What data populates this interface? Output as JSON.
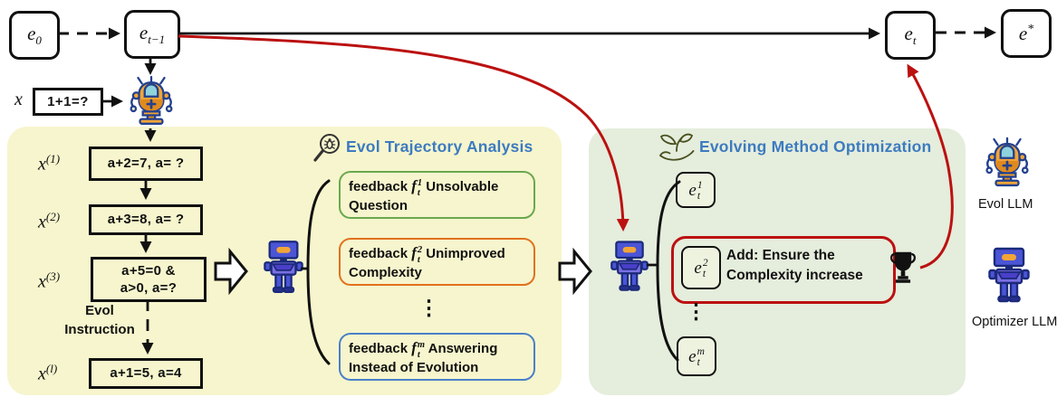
{
  "colors": {
    "panel-yellow": "#f6f5cd",
    "panel-green": "#e5eddc",
    "accent-red": "#bb1111",
    "title-blue": "#3d7bc0",
    "border-green": "#6aa84f",
    "border-orange": "#e2711d",
    "border-blue": "#4a80c8",
    "ink": "#111111"
  },
  "top_chain": {
    "e0": {
      "base": "e",
      "sub": "0"
    },
    "e_prev": {
      "base": "e",
      "sub": "t−1"
    },
    "e_t": {
      "base": "e",
      "sub": "t"
    },
    "e_star": {
      "base": "e",
      "sup": "*"
    }
  },
  "input": {
    "var": "x",
    "value": "1+1=?"
  },
  "trajectory": {
    "steps": [
      {
        "label_base": "x",
        "label_sup": "(1)",
        "line1": "a+2=7, a= ?"
      },
      {
        "label_base": "x",
        "label_sup": "(2)",
        "line1": "a+3=8, a= ?"
      },
      {
        "label_base": "x",
        "label_sup": "(3)",
        "line1": "a+5=0 &",
        "line2": "a>0, a=?"
      },
      {
        "label_base": "x",
        "label_sup": "(l)",
        "line1": "a+1=5, a=4"
      }
    ],
    "edge_label": {
      "line1": "Evol",
      "line2": "Instruction"
    }
  },
  "analysis": {
    "icon": "magnifier-bug-icon",
    "title": "Evol Trajectory Analysis",
    "dots": "⋮",
    "feedbacks": [
      {
        "keyword": "feedback",
        "f_base": "f",
        "f_sup": "1",
        "f_sub": "t",
        "text": " Unsolvable Question"
      },
      {
        "keyword": "feedback",
        "f_base": "f",
        "f_sup": "2",
        "f_sub": "t",
        "text": " Unimproved Complexity"
      },
      {
        "keyword": "feedback",
        "f_base": "f",
        "f_sup": "m",
        "f_sub": "t",
        "text": " Answering Instead of Evolution"
      }
    ]
  },
  "optimization": {
    "icon": "sprout-hand-icon",
    "title": "Evolving Method Optimization",
    "dots": "⋮",
    "trophy_icon": "trophy-icon",
    "candidates": [
      {
        "base": "e",
        "sub": "t",
        "sup": "1"
      },
      {
        "base": "e",
        "sub": "t",
        "sup": "2",
        "note_line1": "Add: Ensure the",
        "note_line2": "Complexity increase"
      },
      {
        "base": "e",
        "sub": "t",
        "sup": "m"
      }
    ]
  },
  "legend": {
    "evol_icon": "evol-robot-icon",
    "evol_label": "Evol LLM",
    "optimizer_icon": "optimizer-robot-icon",
    "optimizer_label": "Optimizer LLM"
  }
}
